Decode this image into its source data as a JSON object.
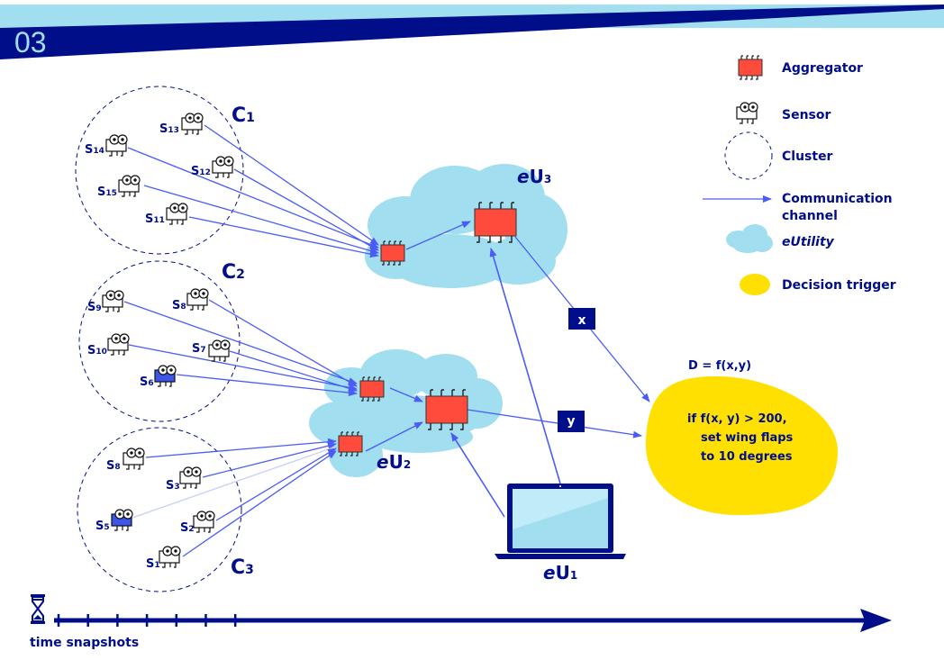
{
  "header": {
    "slide_number": "03"
  },
  "colors": {
    "navy": "#000e8a",
    "light_blue": "#a1def0",
    "link_blue": "#4a5cf5",
    "aggregator_red": "#ff4b3c",
    "sensor_blue": "#3d55e8",
    "decision_yellow": "#ffe000"
  },
  "legend": {
    "items": [
      {
        "icon": "aggregator-chip-icon",
        "label": "Aggregator"
      },
      {
        "icon": "sensor-icon",
        "label": "Sensor"
      },
      {
        "icon": "cluster-circle-icon",
        "label": "Cluster"
      },
      {
        "icon": "arrow-icon",
        "label": "Communication",
        "label2": "channel"
      },
      {
        "icon": "cloud-icon",
        "label": "eUtility"
      },
      {
        "icon": "decision-blob-icon",
        "label": "Decision trigger"
      }
    ]
  },
  "clusters": [
    {
      "id": "C",
      "sub": "1",
      "sensors": [
        {
          "s": "S",
          "n": "13"
        },
        {
          "s": "S",
          "n": "14"
        },
        {
          "s": "S",
          "n": "12"
        },
        {
          "s": "S",
          "n": "15"
        },
        {
          "s": "S",
          "n": "11"
        }
      ]
    },
    {
      "id": "C",
      "sub": "2",
      "sensors": [
        {
          "s": "S",
          "n": "9"
        },
        {
          "s": "S",
          "n": "8"
        },
        {
          "s": "S",
          "n": "10"
        },
        {
          "s": "S",
          "n": "7"
        },
        {
          "s": "S",
          "n": "6",
          "highlighted": true
        }
      ]
    },
    {
      "id": "C",
      "sub": "3",
      "sensors": [
        {
          "s": "S",
          "n": "8"
        },
        {
          "s": "S",
          "n": "3"
        },
        {
          "s": "S",
          "n": "5",
          "highlighted": true
        },
        {
          "s": "S",
          "n": "2"
        },
        {
          "s": "S",
          "n": "1"
        }
      ]
    }
  ],
  "eutilities": [
    {
      "e": "e",
      "u": "U",
      "sub": "3"
    },
    {
      "e": "e",
      "u": "U",
      "sub": "2"
    },
    {
      "e": "e",
      "u": "U",
      "sub": "1"
    }
  ],
  "variables": {
    "x": "x",
    "y": "y"
  },
  "decision": {
    "formula": "D = f(x,y)",
    "lines": [
      "if f(x, y) > 200,",
      "set wing flaps",
      "to 10 degrees"
    ]
  },
  "timeline": {
    "label": "time snapshots",
    "tick_count": 7
  }
}
